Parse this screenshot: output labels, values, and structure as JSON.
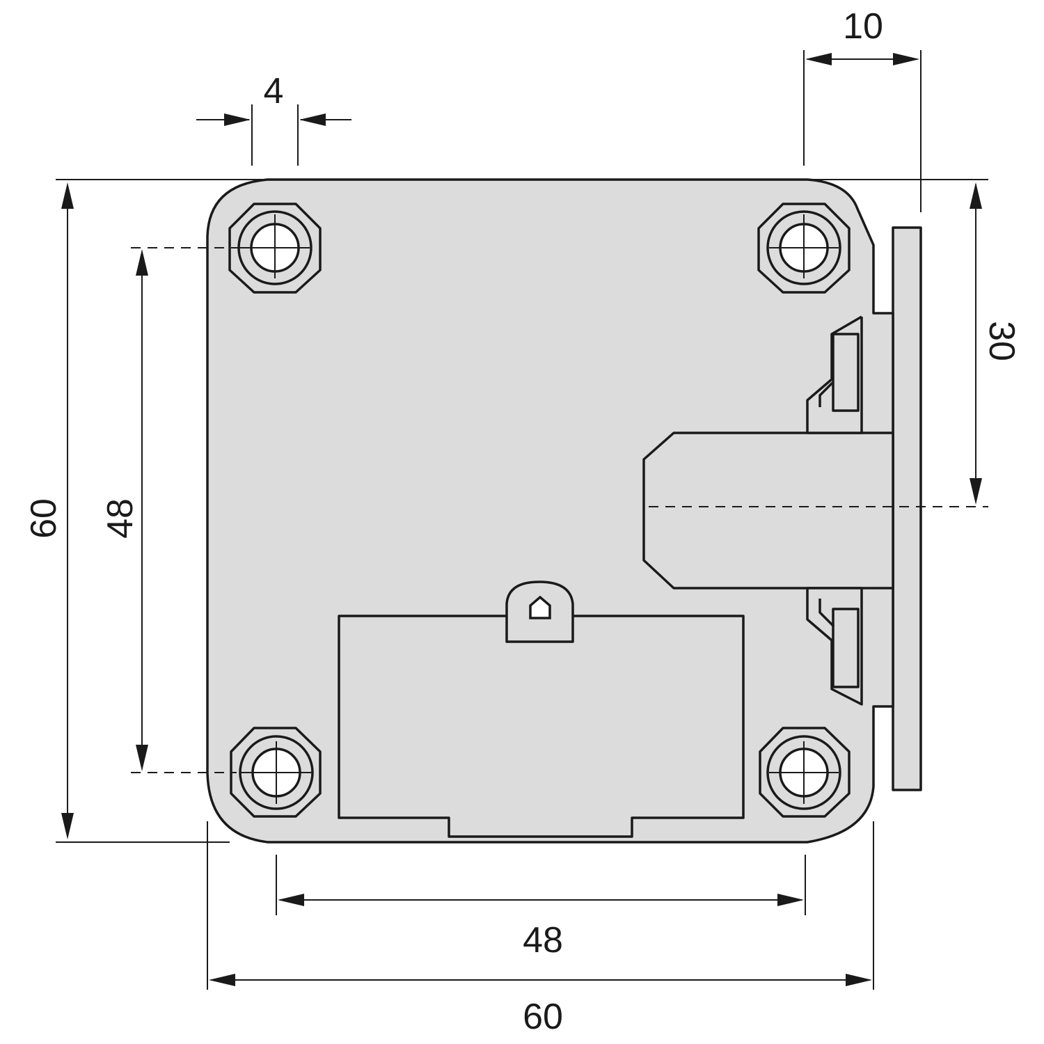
{
  "diagram": {
    "dimensions": {
      "overall_height": "60",
      "hole_spacing_vertical": "48",
      "hole_spacing_horizontal": "48",
      "overall_width": "60",
      "hole_offset": "4",
      "bolt_projection": "10",
      "bolt_center_height": "30"
    },
    "colors": {
      "plate_fill": "#dcdcdc",
      "outline": "#1a1a1a",
      "background": "#ffffff"
    }
  }
}
